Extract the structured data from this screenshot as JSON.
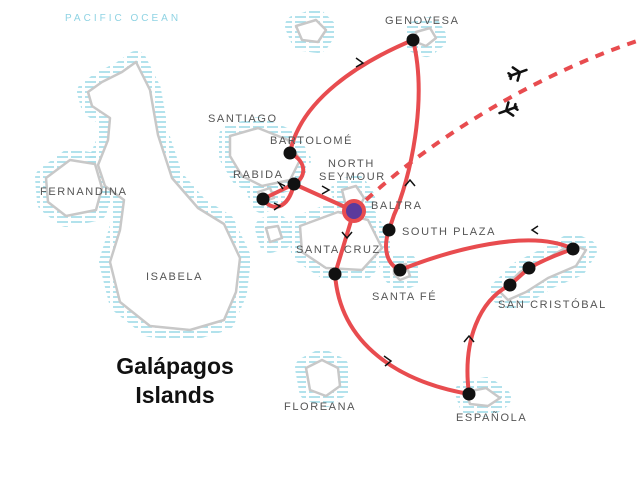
{
  "map": {
    "title_line1": "Galápagos",
    "title_line2": "Islands",
    "ocean_label": "PACIFIC OCEAN",
    "colors": {
      "route": "#e84c4f",
      "water": "#8fd3e3",
      "land_outline": "#c8c8c8",
      "start": "#5b3a9c"
    },
    "labels": {
      "genovesa": "GENOVESA",
      "santiago": "SANTIAGO",
      "bartolome": "BARTOLOMÉ",
      "north_seymour_1": "NORTH",
      "north_seymour_2": "SEYMOUR",
      "rabida": "RABIDA",
      "fernandina": "FERNANDINA",
      "baltra": "BALTRA",
      "south_plaza": "SOUTH PLAZA",
      "santa_cruz": "SANTA CRUZ",
      "santa_fe": "SANTA FÉ",
      "isabela": "ISABELA",
      "san_cristobal": "SAN CRISTÓBAL",
      "floreana": "FLOREANA",
      "espanola": "ESPAÑOLA"
    }
  }
}
